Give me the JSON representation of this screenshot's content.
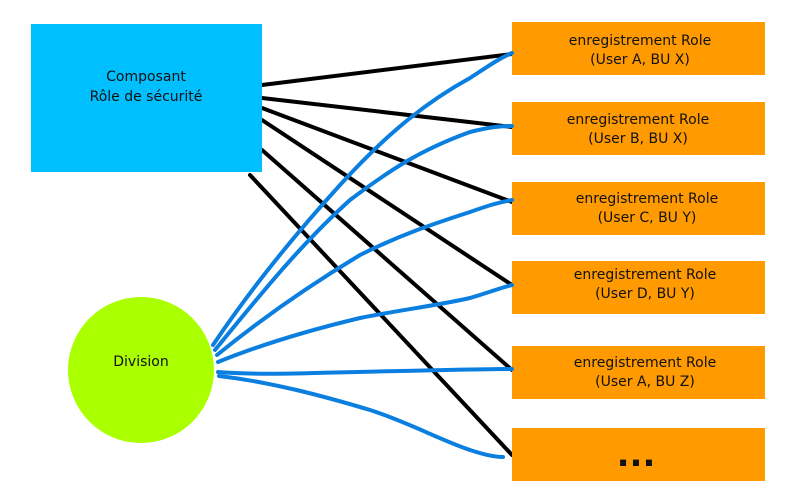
{
  "colors": {
    "component_fill": "#00bfff",
    "division_fill": "#aaff00",
    "record_fill": "#ff9a00",
    "black_link": "#000000",
    "blue_link": "#0a7fe0"
  },
  "component": {
    "line1": "Composant",
    "line2": "Rôle de sécurité"
  },
  "division": {
    "label": "Division"
  },
  "records": [
    {
      "line1": "enregistrement Role",
      "line2": "(User A, BU X)"
    },
    {
      "line1": "enregistrement Role",
      "line2": "(User B, BU X)"
    },
    {
      "line1": "enregistrement Role",
      "line2": "(User C, BU Y)"
    },
    {
      "line1": "enregistrement Role",
      "line2": "(User D, BU Y)"
    },
    {
      "line1": "enregistrement Role",
      "line2": "(User A, BU Z)"
    }
  ],
  "more": {
    "label": "..."
  }
}
